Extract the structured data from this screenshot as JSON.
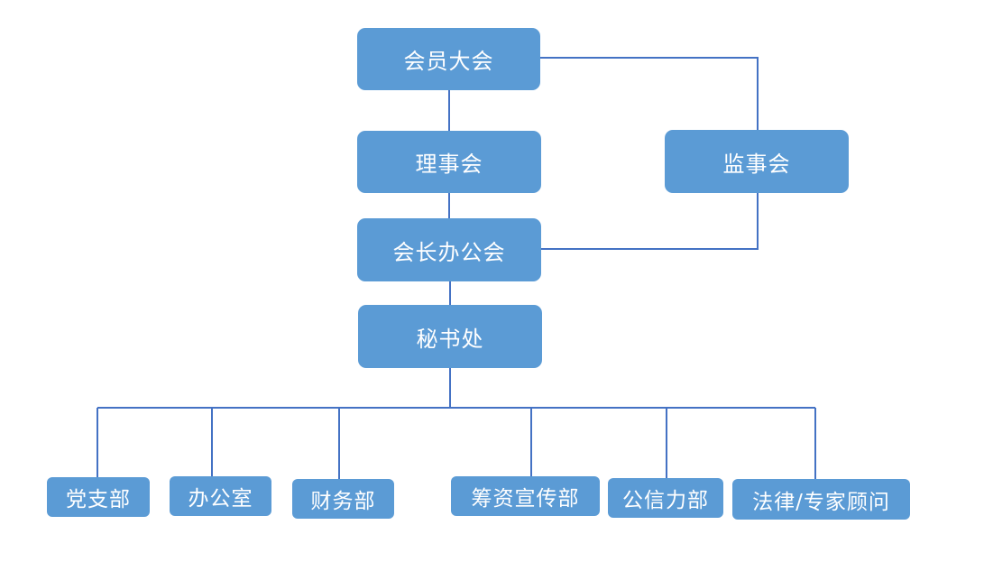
{
  "nodes": {
    "assembly": "会员大会",
    "council": "理事会",
    "supervisory_board": "监事会",
    "president_office": "会长办公会",
    "secretariat": "秘书处",
    "departments": [
      "党支部",
      "办公室",
      "财务部",
      "筹资宣传部",
      "公信力部",
      "法律/专家顾问"
    ]
  },
  "colors": {
    "box_fill": "#5b9bd5",
    "connector": "#4472c4",
    "text": "#ffffff"
  }
}
